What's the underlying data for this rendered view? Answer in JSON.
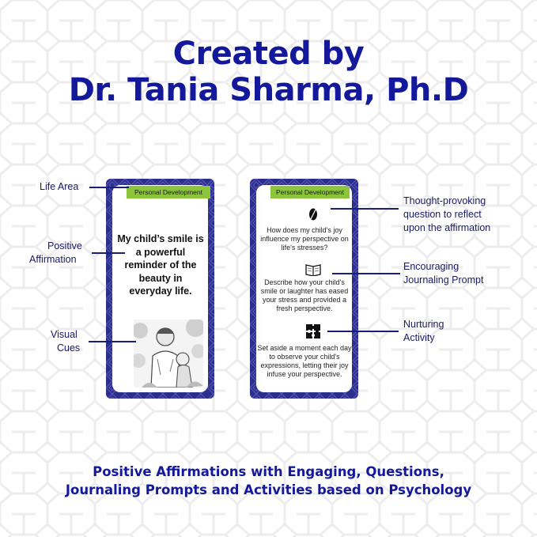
{
  "title": {
    "line1": "Created by",
    "line2": "Dr. Tania Sharma, Ph.D"
  },
  "left_card": {
    "tag": "Personal Development",
    "affirmation": "My child’s smile is a powerful reminder of the beauty in everyday life.",
    "image_icon": "father-child-sketch-icon"
  },
  "right_card": {
    "tag": "Personal Development",
    "question": "How does my child's joy influence my perspective on life's stresses?",
    "journal": "Describe how your child's smile or laughter has eased your stress and provided a fresh perspective.",
    "activity": "Set aside a moment each day to observe your child's expressions, letting their joy infuse your perspective.",
    "icons": [
      "feather-icon",
      "book-icon",
      "puzzle-icon"
    ]
  },
  "labels": {
    "life_area": "Life Area",
    "positive_1": "Positive",
    "positive_2": "Affirmation",
    "visual_1": "Visual",
    "visual_2": "Cues",
    "thought_1": "Thought-provoking",
    "thought_2": "question to reflect",
    "thought_3": "upon the affirmation",
    "encourage_1": "Encouraging",
    "encourage_2": "Journaling Prompt",
    "nurture_1": "Nurturing",
    "nurture_2": "Activity"
  },
  "footer": {
    "line1": "Positive Affirmations with Engaging, Questions,",
    "line2": "Journaling Prompts and Activities based on Psychology"
  },
  "colors": {
    "brand_blue": "#13199a",
    "card_blue": "#2c2e8e",
    "tag_green": "#8cc43c"
  }
}
